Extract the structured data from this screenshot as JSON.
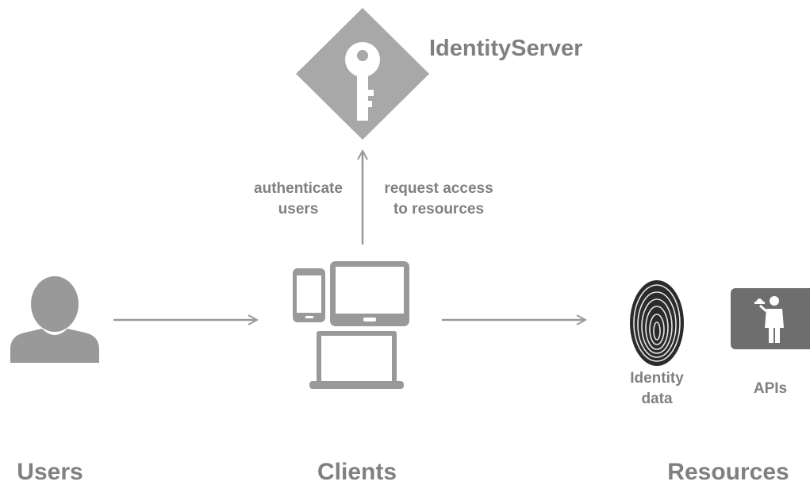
{
  "identity_server": {
    "title": "IdentityServer",
    "icon": "key-diamond-icon"
  },
  "arrow_labels": {
    "authenticate_line1": "authenticate",
    "authenticate_line2": "users",
    "request_line1": "request access",
    "request_line2": "to resources"
  },
  "resources": {
    "identity_line1": "Identity",
    "identity_line2": "data",
    "apis": "APIs"
  },
  "columns": {
    "users": "Users",
    "clients": "Clients",
    "resources": "Resources"
  },
  "colors": {
    "primary_gray": "#999999",
    "text_gray": "#808080",
    "dark_gray": "#6e6e6e",
    "white": "#ffffff"
  }
}
